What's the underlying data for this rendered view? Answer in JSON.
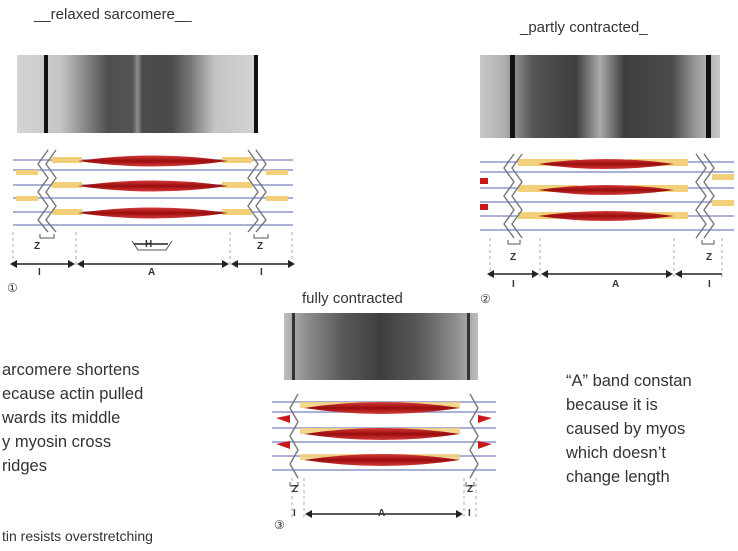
{
  "panels": {
    "relaxed": {
      "title": "__relaxed sarcomere__",
      "number": "①",
      "z_left": "Z",
      "z_right": "Z",
      "h": "H",
      "i_left": "I",
      "a": "A",
      "i_right": "I"
    },
    "partly": {
      "title": "_partly contracted_",
      "number": "②",
      "z_left": "Z",
      "z_right": "Z",
      "i_left": "I",
      "a": "A",
      "i_right": "I"
    },
    "fully": {
      "title": "fully contracted",
      "number": "③",
      "z_left": "Z",
      "z_right": "Z",
      "i_left": "I",
      "a": "A",
      "i_right": "I"
    }
  },
  "notes": {
    "shortening": [
      "arcomere shortens",
      "ecause actin pulled",
      "wards its middle",
      "y myosin cross",
      "ridges"
    ],
    "a_band": [
      "“A” band constan",
      "because it is",
      "caused by myos",
      "which doesn’t",
      "change length"
    ],
    "titin": "tin resists overstretching"
  },
  "colors": {
    "myosin": "#b81414",
    "actin": "#f2d07a",
    "lines": "#8f96c8",
    "zdisc": "#777777"
  }
}
